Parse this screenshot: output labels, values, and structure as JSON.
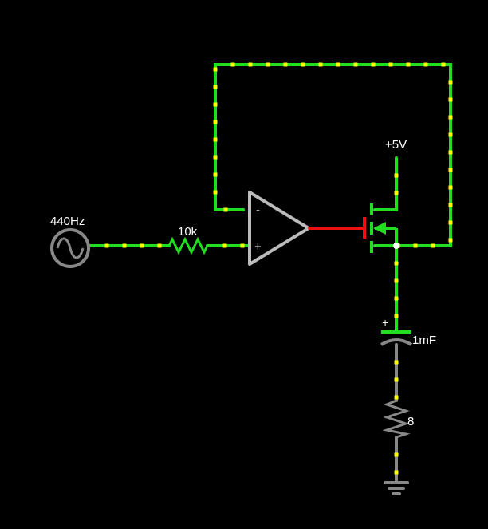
{
  "labels": {
    "source": "440Hz",
    "resistor_in": "10k",
    "supply": "+5V",
    "capacitor": "1mF",
    "speaker": "8",
    "opamp_minus": "-",
    "opamp_plus": "+",
    "cap_plus": "+"
  },
  "colors": {
    "background": "#000000",
    "wire_active": "#22dd22",
    "wire_dots": "#ffff00",
    "wire_idle": "#888888",
    "gate_signal": "#ee1111",
    "component_idle": "#bbbbbb"
  }
}
